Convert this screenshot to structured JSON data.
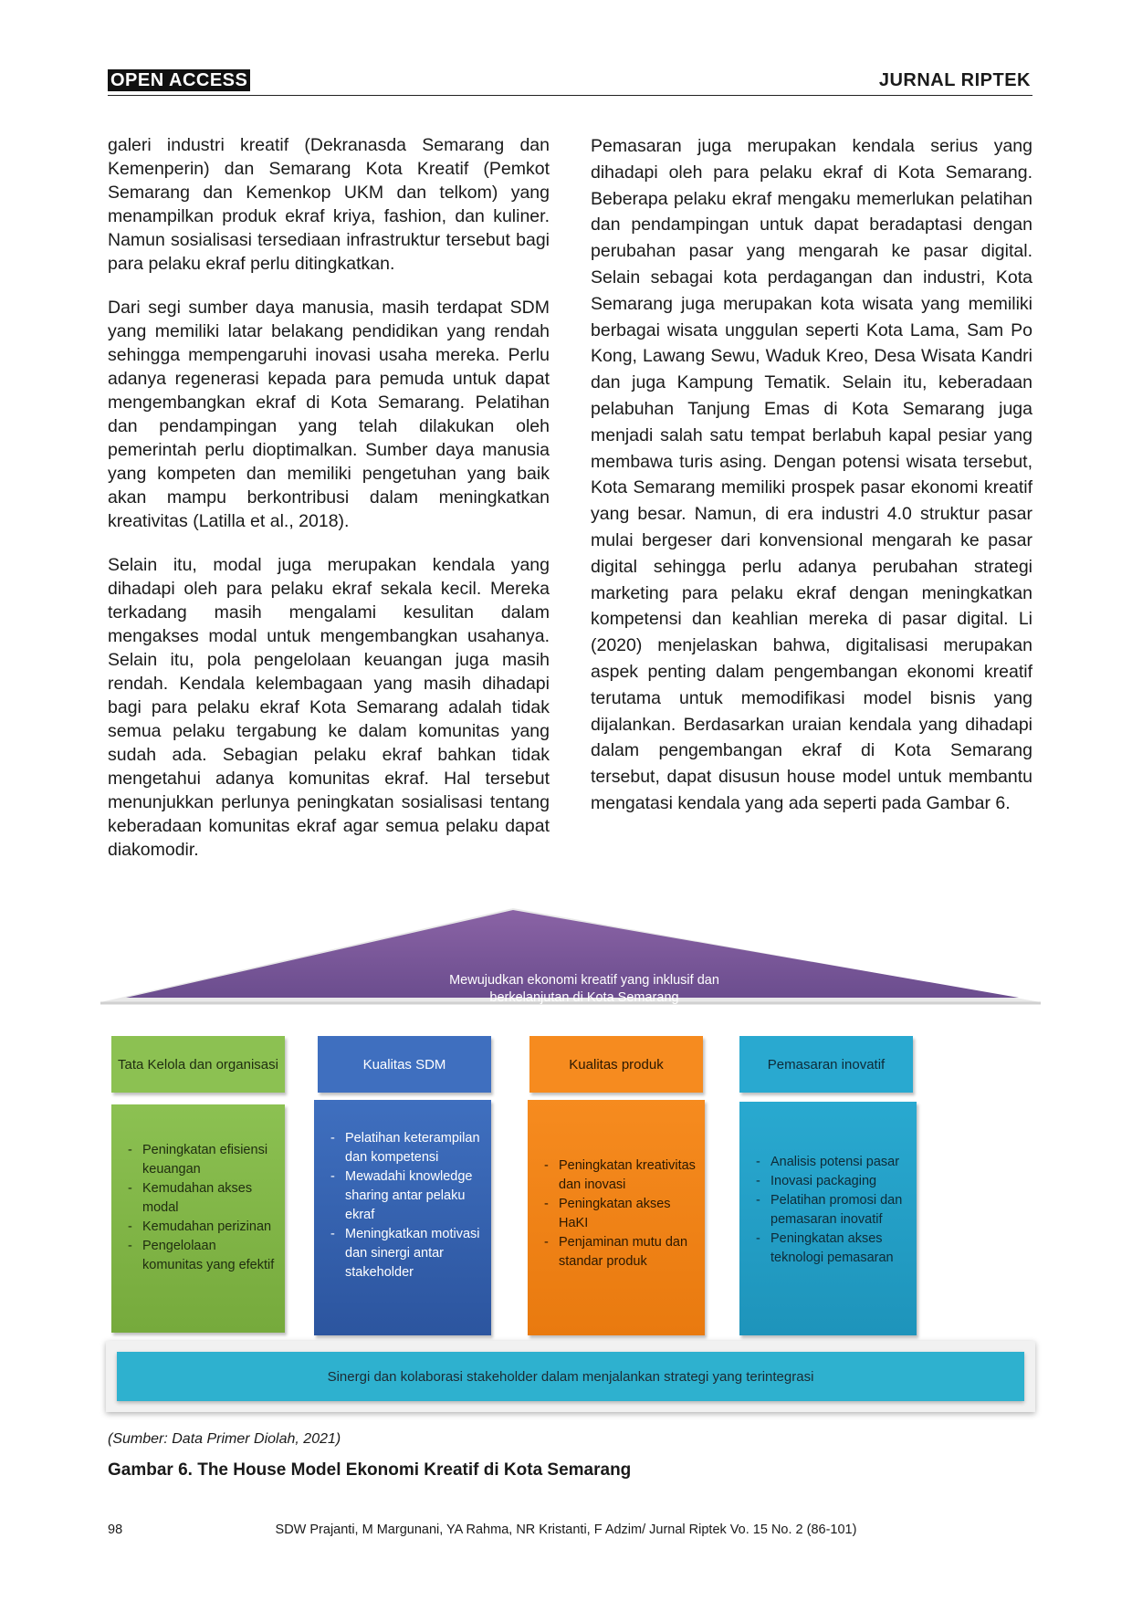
{
  "header": {
    "left": "OPEN ACCESS",
    "right": "JURNAL RIPTEK"
  },
  "left_column": [
    "galeri industri kreatif (Dekranasda Semarang dan Kemenperin) dan Semarang Kota Kreatif (Pemkot Semarang dan Kemenkop UKM dan telkom) yang menampilkan produk ekraf kriya, fashion, dan kuliner. Namun sosialisasi tersediaan infrastruktur tersebut bagi para pelaku ekraf perlu ditingkatkan.",
    "Dari segi sumber daya manusia, masih terdapat SDM yang memiliki latar belakang pendidikan yang rendah sehingga mempengaruhi inovasi usaha mereka. Perlu adanya regenerasi kepada para pemuda untuk dapat mengembangkan ekraf di Kota Semarang. Pelatihan dan pendampingan yang telah dilakukan oleh pemerintah perlu dioptimalkan. Sumber daya manusia yang kompeten dan memiliki pengetuhan yang baik akan mampu berkontribusi dalam meningkatkan kreativitas (Latilla et al., 2018).",
    "Selain itu, modal juga merupakan kendala yang dihadapi oleh para pelaku ekraf sekala kecil. Mereka terkadang masih mengalami kesulitan dalam mengakses modal untuk mengembangkan usahanya. Selain itu, pola pengelolaan keuangan juga masih rendah. Kendala kelembagaan yang masih dihadapi bagi para pelaku ekraf Kota Semarang adalah tidak semua pelaku tergabung ke dalam komunitas yang sudah ada. Sebagian pelaku ekraf bahkan tidak mengetahui adanya komunitas ekraf. Hal tersebut menunjukkan perlunya peningkatan sosialisasi tentang keberadaan komunitas ekraf agar semua pelaku dapat diakomodir."
  ],
  "right_column": [
    "Pemasaran juga merupakan kendala serius yang dihadapi oleh para pelaku ekraf di Kota Semarang. Beberapa pelaku ekraf mengaku memerlukan pelatihan dan pendampingan untuk dapat beradaptasi dengan perubahan pasar yang mengarah ke pasar digital. Selain sebagai kota perdagangan dan industri, Kota Semarang juga merupakan kota wisata yang memiliki berbagai wisata unggulan seperti Kota Lama, Sam Po Kong, Lawang Sewu, Waduk Kreo, Desa Wisata Kandri dan juga Kampung Tematik. Selain itu, keberadaan pelabuhan Tanjung Emas di Kota Semarang juga menjadi salah satu tempat berlabuh kapal pesiar yang membawa turis asing. Dengan potensi wisata tersebut, Kota Semarang memiliki prospek pasar ekonomi kreatif yang besar. Namun, di era industri 4.0 struktur pasar mulai bergeser dari konvensional mengarah ke pasar digital sehingga perlu adanya perubahan strategi marketing para pelaku ekraf dengan meningkatkan kompetensi dan keahlian mereka di pasar digital. Li (2020) menjelaskan bahwa, digitalisasi merupakan aspek penting dalam pengembangan ekonomi kreatif terutama untuk memodifikasi model bisnis yang dijalankan. Berdasarkan uraian kendala yang dihadapi dalam pengembangan ekraf di Kota Semarang tersebut, dapat disusun house model untuk membantu mengatasi kendala yang ada seperti pada Gambar 6."
  ],
  "diagram": {
    "roof": "Mewujudkan ekonomi kreatif yang inklusif  dan berkelanjutan di Kota Semarang",
    "pillars": [
      {
        "title": "Tata Kelola dan organisasi",
        "color": "#8cc152",
        "items": [
          "Peningkatan efisiensi keuangan",
          "Kemudahan akses modal",
          "Kemudahan perizinan",
          "Pengelolaan komunitas yang efektif"
        ]
      },
      {
        "title": "Kualitas SDM",
        "color": "#3f6fbf",
        "items": [
          "Pelatihan keterampilan dan kompetensi",
          "Mewadahi knowledge sharing antar pelaku ekraf",
          "Meningkatkan motivasi dan sinergi antar stakeholder"
        ]
      },
      {
        "title": "Kualitas produk",
        "color": "#f68b1f",
        "items": [
          "Peningkatan kreativitas dan inovasi",
          "Peningkatan akses HaKI",
          "Penjaminan mutu dan standar produk"
        ]
      },
      {
        "title": "Pemasaran inovatif",
        "color": "#29a9d0",
        "items": [
          "Analisis potensi pasar",
          "Inovasi packaging",
          "Pelatihan promosi dan pemasaran inovatif",
          "Peningkatan akses teknologi pemasaran"
        ]
      }
    ],
    "base": "Sinergi dan kolaborasi stakeholder dalam menjalankan strategi yang terintegrasi"
  },
  "caption": {
    "source": "(Sumber: Data Primer Diolah, 2021)",
    "title": "Gambar 6. The House Model Ekonomi Kreatif di Kota Semarang"
  },
  "footer": {
    "page": "98",
    "citation": "SDW Prajanti, M Margunani, YA Rahma, NR Kristanti, F Adzim/ Jurnal Riptek Vo. 15 No. 2 (86-101)"
  }
}
